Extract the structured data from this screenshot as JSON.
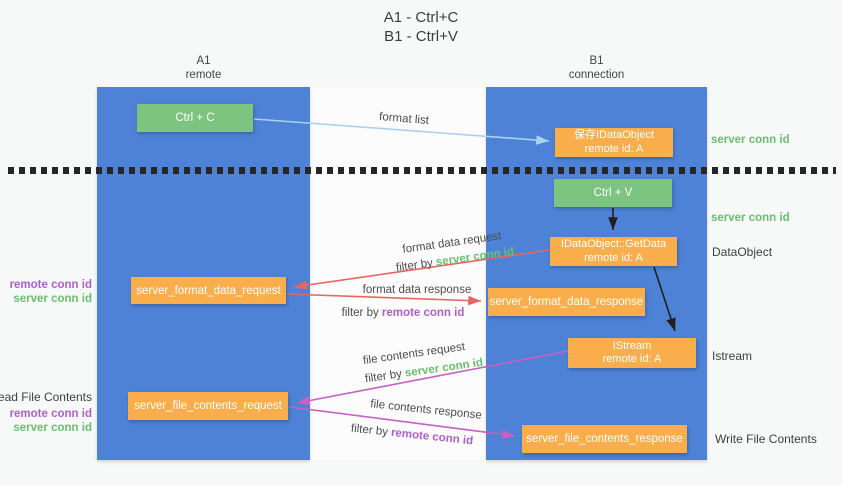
{
  "title": {
    "line1": "A1 - Ctrl+C",
    "line2": "B1 - Ctrl+V"
  },
  "lifelines": {
    "a1": {
      "name": "A1",
      "subtitle": "remote"
    },
    "b1": {
      "name": "B1",
      "subtitle": "connection"
    }
  },
  "nodes": {
    "ctrl_c": {
      "label": "Ctrl + C"
    },
    "ctrl_v": {
      "label": "Ctrl + V"
    },
    "save_dataobject": {
      "line1": "保存IDataObject",
      "line2": "remote id: A"
    },
    "getdata": {
      "line1": "IDataObject::GetData",
      "line2": "remote id: A"
    },
    "istream": {
      "line1": "IStream",
      "line2": "remote id: A"
    },
    "server_format_data_request": {
      "label": "server_format_data_request"
    },
    "server_format_data_response": {
      "label": "server_format_data_response"
    },
    "server_file_contents_request": {
      "label": "server_file_contents_request"
    },
    "server_file_contents_response": {
      "label": "server_file_contents_response"
    }
  },
  "annotations": {
    "right": {
      "server_conn_id_1": "server conn id",
      "server_conn_id_2": "server conn id",
      "dataobject": "DataObject",
      "istream": "Istream",
      "write_file_contents": "Write File Contents"
    },
    "left": {
      "remote_conn_id_1": "remote conn id",
      "server_conn_id_1": "server conn id",
      "read_file_contents": "Read File Contents",
      "remote_conn_id_2": "remote conn id",
      "server_conn_id_2": "server conn id"
    }
  },
  "arrow_labels": {
    "format_list": "format list",
    "format_data_request": "format data request",
    "filter_by_server_1": {
      "prefix": "filter by ",
      "id": "server conn id"
    },
    "format_data_response": "format data response",
    "filter_by_remote_1": {
      "prefix": "filter by ",
      "id": "remote conn id"
    },
    "file_contents_request": "file contents request",
    "filter_by_server_2": {
      "prefix": "filter by ",
      "id": "server conn id"
    },
    "file_contents_response": "file contents response",
    "filter_by_remote_2": {
      "prefix": "filter by ",
      "id": "remote conn id"
    }
  },
  "colors": {
    "lifeline_blue": "#4d82d6",
    "node_green": "#7cc47f",
    "node_orange": "#f9ae4b",
    "arrow_light_blue": "#a9d3ee",
    "arrow_red": "#e8655f",
    "arrow_magenta": "#c75fc5",
    "arrow_black": "#1f1f1f",
    "text_green": "#6abf6e",
    "text_purple": "#b05fc9",
    "text_dark": "#3f3f3f",
    "background": "#f7f8f8"
  }
}
